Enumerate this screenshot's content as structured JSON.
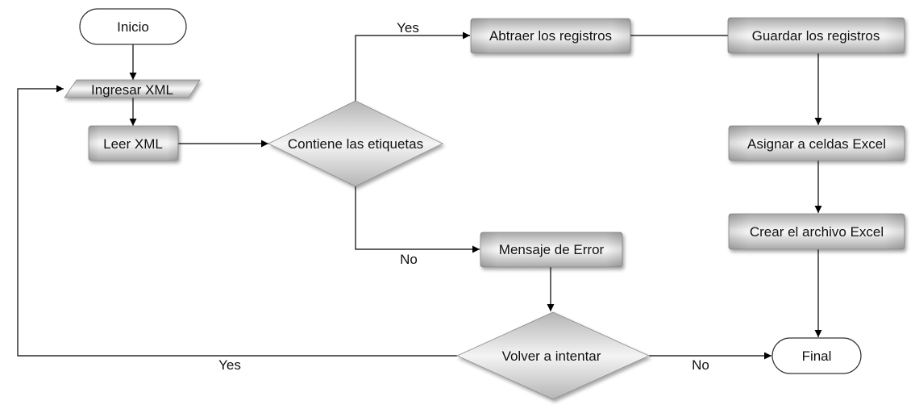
{
  "diagram": {
    "type": "flowchart",
    "nodes": {
      "inicio": {
        "label": "Inicio",
        "shape": "terminal"
      },
      "ingresar_xml": {
        "label": "Ingresar XML",
        "shape": "parallelogram"
      },
      "leer_xml": {
        "label": "Leer XML",
        "shape": "process"
      },
      "contiene": {
        "label": "Contiene las etiquetas",
        "shape": "decision"
      },
      "abtraer": {
        "label": "Abtraer los registros",
        "shape": "process"
      },
      "guardar": {
        "label": "Guardar los registros",
        "shape": "process"
      },
      "asignar": {
        "label": "Asignar a celdas Excel",
        "shape": "process"
      },
      "crear": {
        "label": "Crear el archivo Excel",
        "shape": "process"
      },
      "mensaje": {
        "label": "Mensaje de Error",
        "shape": "process"
      },
      "volver": {
        "label": "Volver a intentar",
        "shape": "decision"
      },
      "final": {
        "label": "Final",
        "shape": "terminal"
      }
    },
    "edges": [
      {
        "from": "inicio",
        "to": "ingresar_xml",
        "label": ""
      },
      {
        "from": "ingresar_xml",
        "to": "leer_xml",
        "label": ""
      },
      {
        "from": "leer_xml",
        "to": "contiene",
        "label": ""
      },
      {
        "from": "contiene",
        "to": "abtraer",
        "label": "Yes"
      },
      {
        "from": "contiene",
        "to": "mensaje",
        "label": "No"
      },
      {
        "from": "abtraer",
        "to": "guardar",
        "label": ""
      },
      {
        "from": "guardar",
        "to": "asignar",
        "label": ""
      },
      {
        "from": "asignar",
        "to": "crear",
        "label": ""
      },
      {
        "from": "crear",
        "to": "final",
        "label": ""
      },
      {
        "from": "mensaje",
        "to": "volver",
        "label": ""
      },
      {
        "from": "volver",
        "to": "ingresar_xml",
        "label": "Yes"
      },
      {
        "from": "volver",
        "to": "final",
        "label": "No"
      }
    ]
  }
}
